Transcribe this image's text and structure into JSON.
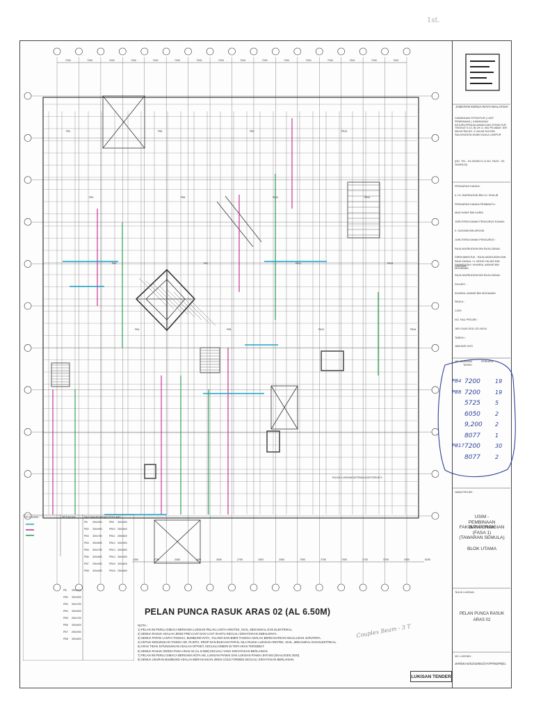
{
  "corner_note": "1st.",
  "drawing": {
    "title": "PELAN PUNCA RASUK ARAS 02 (AL 6.50M)",
    "tender_stamp": "LUKISAN TENDER",
    "pencil_note": "Couplex Beam - 3 T",
    "notes_heading": "NOTA :",
    "notes": [
      "1) PELAN INI PERLU DIBACA BERSAMA LUKISAN PELAN LANTAI ARKITEK, SIVIL, MEKANIKAL DAN ELEKTRIKAL.",
      "2) SEMUA RASUK ADALAH JENIS PRE-CAST DAN CAST IN-SITU KECUALI DINYATAKAN SEBALIKNYA.",
      "3) SEMUA PAPAN LANTAI TANGGA, BUMBUNG RATA, TALANG DAN BIBIR TANGGA ADALAH BERDASARKAN KELULUSAN JURUTERA.",
      "4) UNTUK KEDUDUKAN TANGKI AIR, PLINTH, DROP DAN BUKAAN PAPAN, SILA RUJUK LUKISAN ARKITEK, SIVIL, MEKANIKAL DAN ELEKTRIKAL.",
      "5) ARAS TIDAK DITUNJUKKAN ADALAH OFFSET, KECUALI DIBERI DI TEPI ARAS TERSEBUT.",
      "6) SEMUA RASUK GERDA PADA ARAS 02 (AL 6.50M) KECUALI YANG DINYATAKAN BERLAINAN.",
      "7) PELAN INI PERLU DIBACA BERSAMA NOTA AM, LUKISAN PIAWAI DAN LUKISAN PIAWAI JKR BSI (SKALOGEE 2020).",
      "8) SEMUA UKURAN BUMBUNG ADALAH BERASASKAN JENIS COLD FORMED KECUALI DINYATAKAN BERLAINAN."
    ],
    "grid_letters": [
      "A",
      "B",
      "C",
      "D",
      "E",
      "F",
      "G",
      "H",
      "J",
      "K",
      "L",
      "M",
      "N",
      "P",
      "Q",
      "R",
      "S"
    ],
    "grid_numbers": [
      "1",
      "2",
      "3",
      "4",
      "5",
      "6",
      "7",
      "8",
      "9",
      "10",
      "11"
    ],
    "top_dims": [
      "7200",
      "7200",
      "7200",
      "7200",
      "7200",
      "7200",
      "7200",
      "7200",
      "7200",
      "7200",
      "7200",
      "7200",
      "7200",
      "7200",
      "7200",
      "7200"
    ],
    "bottom_dims": [
      "1450",
      "3750",
      "2050",
      "1450",
      "4050",
      "2750",
      "1500",
      "2050",
      "7050",
      "3750",
      "7050",
      "2750",
      "3750",
      "2050",
      "6250"
    ],
    "beam_labels": [
      "PB1",
      "PB2",
      "PB3",
      "PB4",
      "PB5",
      "PB6",
      "PB7",
      "PB8",
      "PB9",
      "PB10",
      "PB11",
      "PB12",
      "PB13",
      "PB14",
      "PB15",
      "PB16"
    ],
    "rooms_note": "RUJUK LUKISAN BUTIRAN AUDITORIUM 2",
    "legend": {
      "head1": "PETUNJUK :",
      "head2": "PETUNJUK :",
      "head3": "SAIZ DAN BILANGAN TETULANG",
      "rows": [
        {
          "code": "PB",
          "size": "300x900"
        },
        {
          "code": "PB2",
          "size": "300x900"
        },
        {
          "code": "PB3",
          "size": "300x750"
        },
        {
          "code": "PB4",
          "size": "300x600"
        },
        {
          "code": "PB5",
          "size": "300x750"
        },
        {
          "code": "PB6",
          "size": "300x600"
        },
        {
          "code": "PB7",
          "size": "250x900"
        },
        {
          "code": "PB8",
          "size": "300x600"
        },
        {
          "code": "PB9",
          "size": "300x900"
        },
        {
          "code": "PB10",
          "size": "250x600"
        },
        {
          "code": "PB11",
          "size": "250x600"
        },
        {
          "code": "PB12",
          "size": "300x900"
        },
        {
          "code": "PB13",
          "size": "250x600"
        },
        {
          "code": "PB14",
          "size": "300x900"
        },
        {
          "code": "PB15",
          "size": "300x600"
        },
        {
          "code": "PB16",
          "size": "250x600"
        }
      ]
    }
  },
  "title_block": {
    "department": "JABATAN KERJA RAYA MALAYSIA",
    "address": "CAWANGAN STRUKTUR ( UNIT PEMBINAAN ) CAWANGAN KEJURUTERAAN AWAM DAN STRUKTUR TINGKAT 9-10, BLOK G, IBU PEJABAT JKR MALAYSIA NO. 6 JALAN SULTAN SALAHUDDIN 50480 KUALA LUMPUR",
    "contact": "(NO. TEL : 03-26189171 & NO. FAKS : 03-26189123)",
    "fields": [
      "PENGARAH KANAN:",
      "Ir. HJ. BADRUDDIN BIN HJ. KHALIB",
      "PENGARAH KANAN PEMBANTU:",
      "MAD HANIF BIN KURDI",
      "JURUTERA KANAN PENGURUS KANAN:",
      "Ir. SUHAIMI BIN AROOB",
      "JURUTERA KANAN PENGURUS :",
      "RAJA NADRUDDIN BIN RAJA ZAINAL",
      "DIREKABENTUK : RAJA NADRUDDIN BIN RAJA ZAINAL / Ir. MOHD YALUDI BIN SHAMSUDIN / KHAIRUL AKMAR BIN MOHAMAD",
      "DISEMAK :",
      "RAJA NADRUDDIN BIN RAJA ZAINAL",
      "DILUKIS :",
      "KHAIRUL AKMAR BIN MOHAMAD",
      "SKALA :",
      "1:200",
      "NO. FAIL PROJEK :",
      "JKR.CKAS.SS11.SS.00G/4",
      "TARIKH :",
      "JANUARI 2023"
    ],
    "revision_header": [
      "NO. SEMAKAN",
      "PERKARA",
      "TARIKH"
    ],
    "project_label": "NAMA PROJEK :",
    "project": [
      "USIM -",
      "PEMBINAAN BANGUNAN",
      "FAKULTI PERGIGIAN",
      "(FASA 1)",
      "(TAWARAN SEMULA)",
      "",
      "BLOK UTAMA"
    ],
    "drawing_title_label": "TAJUK LUKISAN :",
    "drawing_title": [
      "PELAN PUNCA RASUK",
      "ARAS 02"
    ],
    "drawing_no_label": "NO. LUKISAN :",
    "drawing_no": "JKR/DKAS/S2/15/601/(7A/FP/M2/PB)/1"
  },
  "handwritten": {
    "rows": [
      {
        "label": "PB4",
        "value": "7200",
        "count": "19"
      },
      {
        "label": "PB8",
        "value": "7200",
        "count": "19"
      },
      {
        "label": "",
        "value": "5725",
        "count": "5"
      },
      {
        "label": "",
        "value": "6050",
        "count": "2"
      },
      {
        "label": "",
        "value": "9,200",
        "count": "2"
      },
      {
        "label": "",
        "value": "8077",
        "count": "1"
      },
      {
        "label": "PB17",
        "value": "7200",
        "count": "30"
      },
      {
        "label": "",
        "value": "8077",
        "count": "2"
      }
    ],
    "ink": "#2a3f9a"
  },
  "colors": {
    "line": "#333333",
    "pink": "#c0208a",
    "green": "#1e9a4a",
    "cyan": "#1aa4c8",
    "hand": "#2a3f9a"
  }
}
